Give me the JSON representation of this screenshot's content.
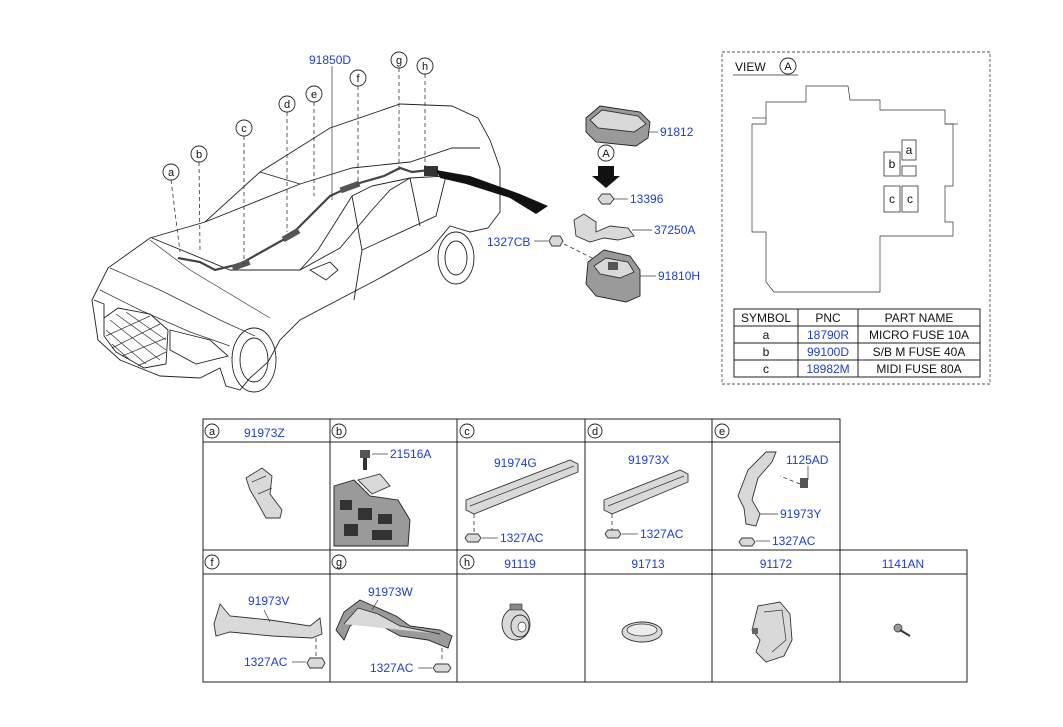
{
  "main_callouts": {
    "p91850D": "91850D",
    "p91812": "91812",
    "pA": "A",
    "p13396": "13396",
    "p1327CB": "1327CB",
    "p37250A": "37250A",
    "p91810H": "91810H",
    "letters": [
      "a",
      "b",
      "c",
      "d",
      "e",
      "f",
      "g",
      "h"
    ]
  },
  "view": {
    "title": "VIEW",
    "marker": "A",
    "fuse_labels": [
      "a",
      "b",
      "c",
      "c"
    ],
    "table": {
      "headers": [
        "SYMBOL",
        "PNC",
        "PART NAME"
      ],
      "rows": [
        {
          "symbol": "a",
          "pnc": "18790R",
          "name": "MICRO FUSE 10A"
        },
        {
          "symbol": "b",
          "pnc": "99100D",
          "name": "S/B M FUSE 40A"
        },
        {
          "symbol": "c",
          "pnc": "18982M",
          "name": "MIDI FUSE 80A"
        }
      ]
    }
  },
  "grid": {
    "a": {
      "letter": "a",
      "main": "91973Z"
    },
    "b": {
      "letter": "b",
      "main": "21516A"
    },
    "c": {
      "letter": "c",
      "main": "91974G",
      "sub": "1327AC"
    },
    "d": {
      "letter": "d",
      "main": "91973X",
      "sub": "1327AC"
    },
    "e": {
      "letter": "e",
      "main": "1125AD",
      "mid": "91973Y",
      "sub": "1327AC"
    },
    "f": {
      "letter": "f",
      "main": "91973V",
      "sub": "1327AC"
    },
    "g": {
      "letter": "g",
      "main": "91973W",
      "sub": "1327AC"
    },
    "h": {
      "letter": "h",
      "cols": [
        "91119",
        "91713",
        "91172",
        "1141AN"
      ]
    }
  }
}
